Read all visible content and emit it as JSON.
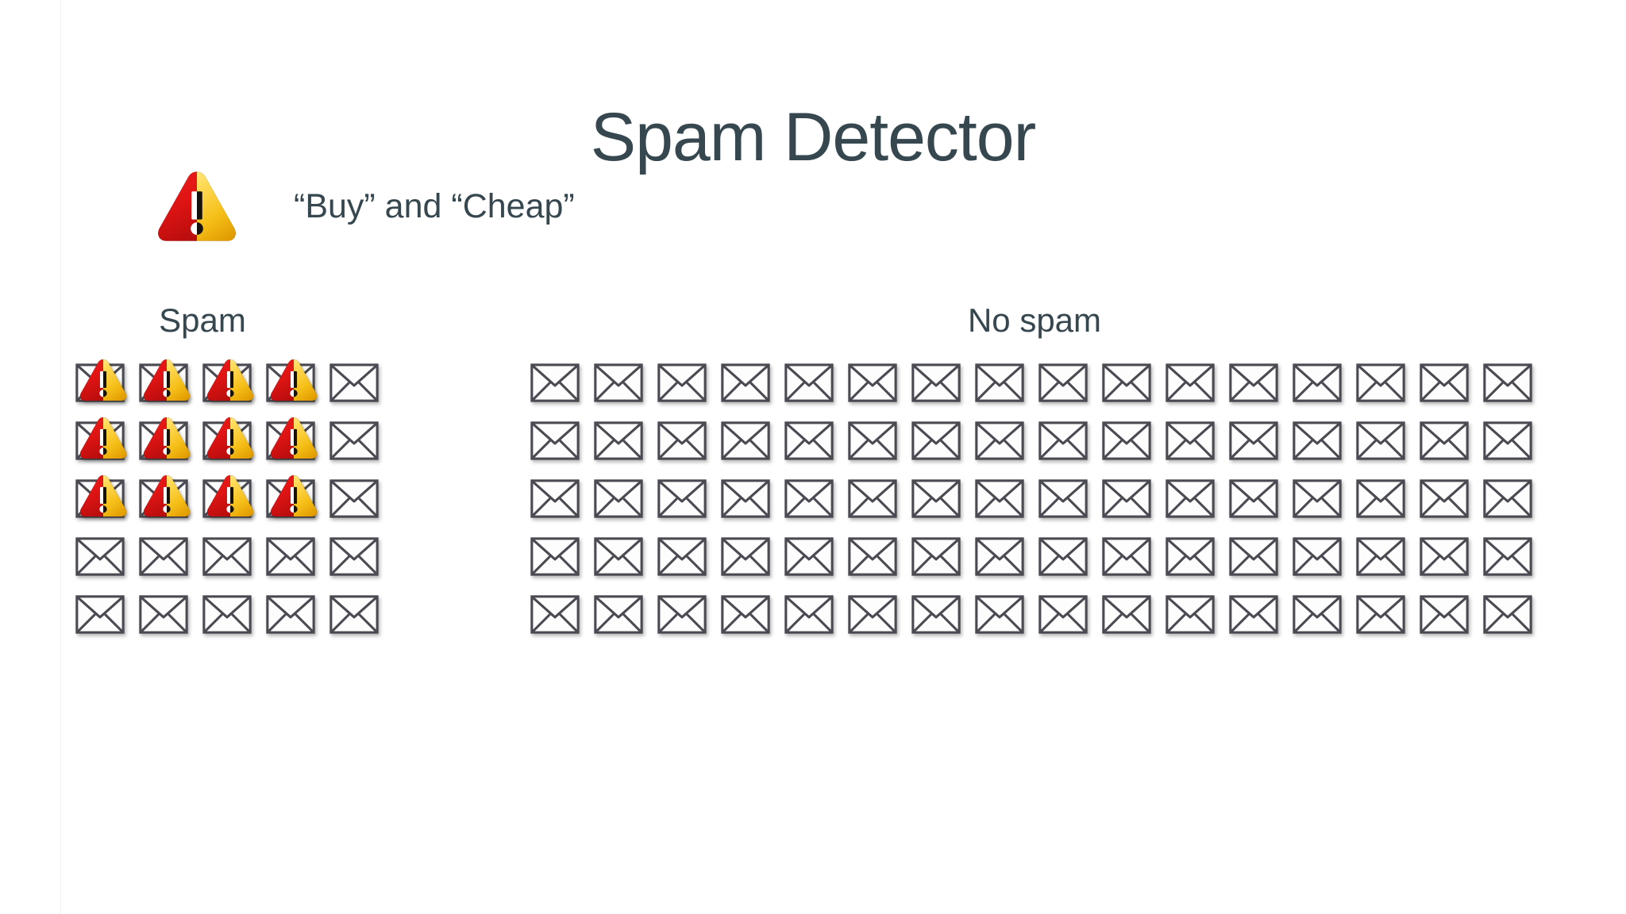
{
  "page": {
    "title": "Spam Detector",
    "background_color": "#ffffff",
    "text_color": "#37474f"
  },
  "legend": {
    "icon": "warning-triangle-icon",
    "text": "“Buy” and “Cheap”"
  },
  "colors": {
    "title": "#37474f",
    "label": "#37474f",
    "envelope_stroke": "#4a4a52",
    "envelope_fill": "#fdfdfd",
    "warning_red_light": "#f01b1b",
    "warning_red_dark": "#b80d0d",
    "warning_gold_light": "#ffe169",
    "warning_gold_dark": "#e8a400",
    "rule": "#f2f2f3"
  },
  "sections": [
    {
      "id": "spam",
      "label": "Spam",
      "columns": 5,
      "rows": 5,
      "total_items": 25,
      "flagged_count": 12,
      "plain_count": 13,
      "cells": [
        [
          "warning",
          "warning",
          "warning",
          "warning",
          "plain"
        ],
        [
          "warning",
          "warning",
          "warning",
          "warning",
          "plain"
        ],
        [
          "warning",
          "warning",
          "warning",
          "warning",
          "plain"
        ],
        [
          "plain",
          "plain",
          "plain",
          "plain",
          "plain"
        ],
        [
          "plain",
          "plain",
          "plain",
          "plain",
          "plain"
        ]
      ]
    },
    {
      "id": "nospam",
      "label": "No spam",
      "columns": 16,
      "rows": 5,
      "total_items": 80,
      "flagged_count": 0,
      "plain_count": 80,
      "cells": [
        [
          "plain",
          "plain",
          "plain",
          "plain",
          "plain",
          "plain",
          "plain",
          "plain",
          "plain",
          "plain",
          "plain",
          "plain",
          "plain",
          "plain",
          "plain",
          "plain"
        ],
        [
          "plain",
          "plain",
          "plain",
          "plain",
          "plain",
          "plain",
          "plain",
          "plain",
          "plain",
          "plain",
          "plain",
          "plain",
          "plain",
          "plain",
          "plain",
          "plain"
        ],
        [
          "plain",
          "plain",
          "plain",
          "plain",
          "plain",
          "plain",
          "plain",
          "plain",
          "plain",
          "plain",
          "plain",
          "plain",
          "plain",
          "plain",
          "plain",
          "plain"
        ],
        [
          "plain",
          "plain",
          "plain",
          "plain",
          "plain",
          "plain",
          "plain",
          "plain",
          "plain",
          "plain",
          "plain",
          "plain",
          "plain",
          "plain",
          "plain",
          "plain"
        ],
        [
          "plain",
          "plain",
          "plain",
          "plain",
          "plain",
          "plain",
          "plain",
          "plain",
          "plain",
          "plain",
          "plain",
          "plain",
          "plain",
          "plain",
          "plain",
          "plain"
        ]
      ]
    }
  ],
  "icons": {
    "envelope": "envelope-icon",
    "warning": "warning-triangle-icon"
  }
}
